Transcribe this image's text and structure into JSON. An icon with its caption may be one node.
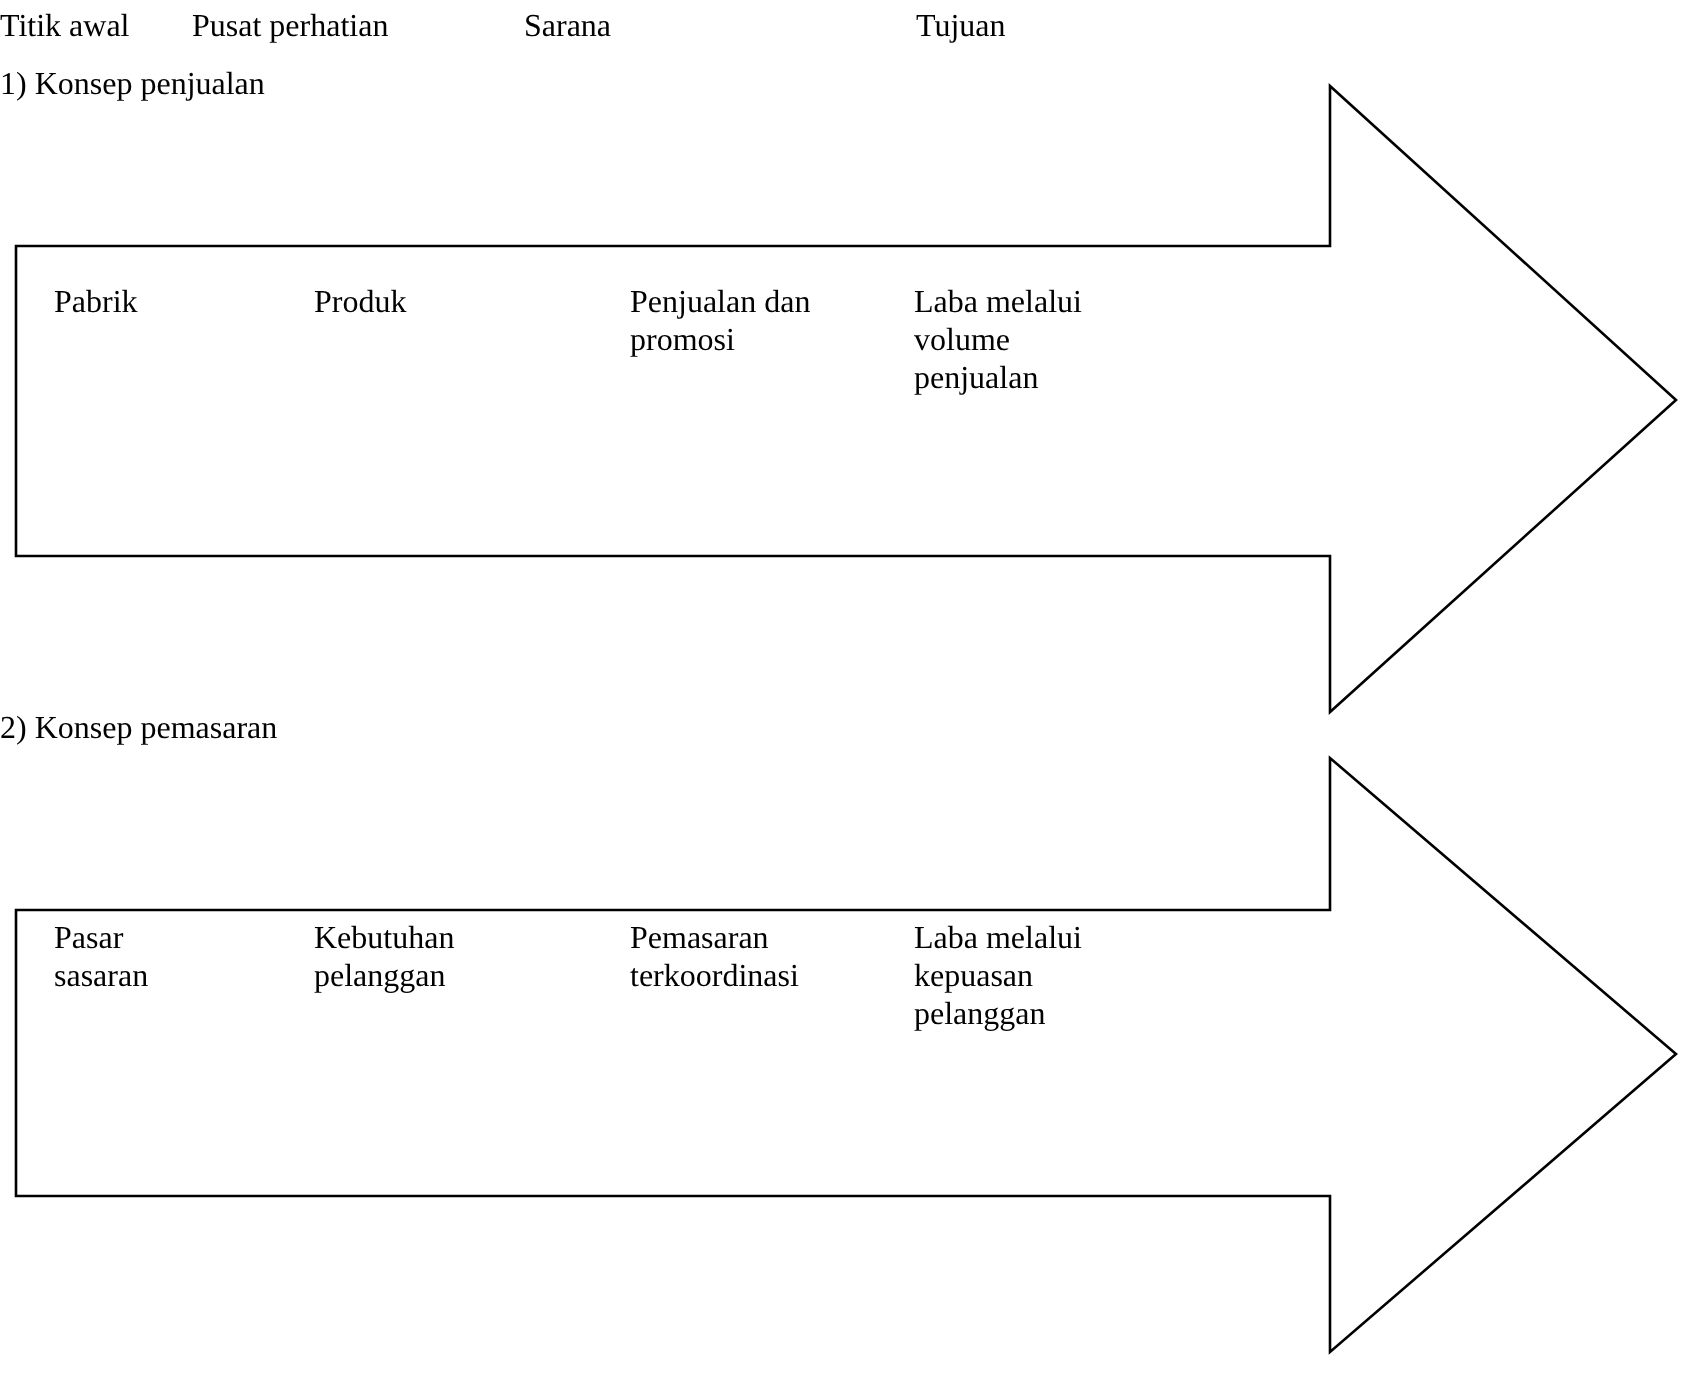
{
  "diagram": {
    "nodes": [
      {
        "text": [
          "1) Konsep penjualan",
          "Pabrik",
          "Produk",
          "Penjualan dan promosi",
          "Laba melalui volume penjualan"
        ]
      },
      {
        "text": [
          "2) Konsep pemasaran",
          "Pasar sasaran",
          "Kebutuhan pelanggan",
          "Pemasaran terkoordinasi",
          "Laba melalui kepuasan pelanggan"
        ]
      }
    ],
    "edges": [],
    "labels": [
      "Titik awal",
      "Pusat perhatian",
      "Sarana",
      "Tujuan"
    ]
  }
}
